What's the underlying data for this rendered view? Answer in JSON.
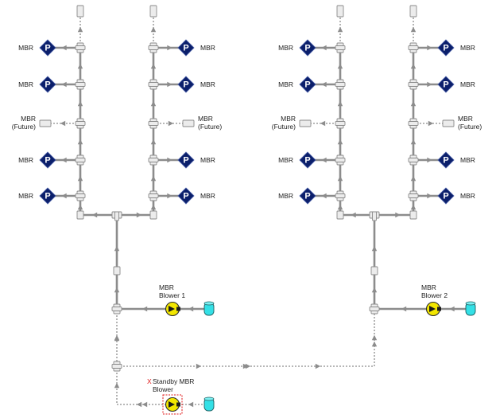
{
  "labels": {
    "mbr": "MBR",
    "mbr_future_line1": "MBR",
    "mbr_future_line2": "(Future)",
    "blower1_line1": "MBR",
    "blower1_line2": "Blower 1",
    "blower2_line1": "MBR",
    "blower2_line2": "Blower 2",
    "standby_mark": "X",
    "standby_line1": "Standby MBR",
    "standby_line2": "Blower",
    "pressure_symbol": "P"
  },
  "colors": {
    "pipe": "#8c8c8c",
    "pressure_node": "#0b1f6b",
    "pump_fill": "#f2e600",
    "reservoir_fill": "#33e0e6",
    "standby_mark": "#e01b1b",
    "selection_box": "#e01b1b"
  },
  "icons": {
    "pressure_node": "diamond-p-icon",
    "closed_end": "dead-end-icon",
    "tee": "tee-fitting-icon",
    "pump": "pump-icon",
    "reservoir": "tank-icon"
  }
}
